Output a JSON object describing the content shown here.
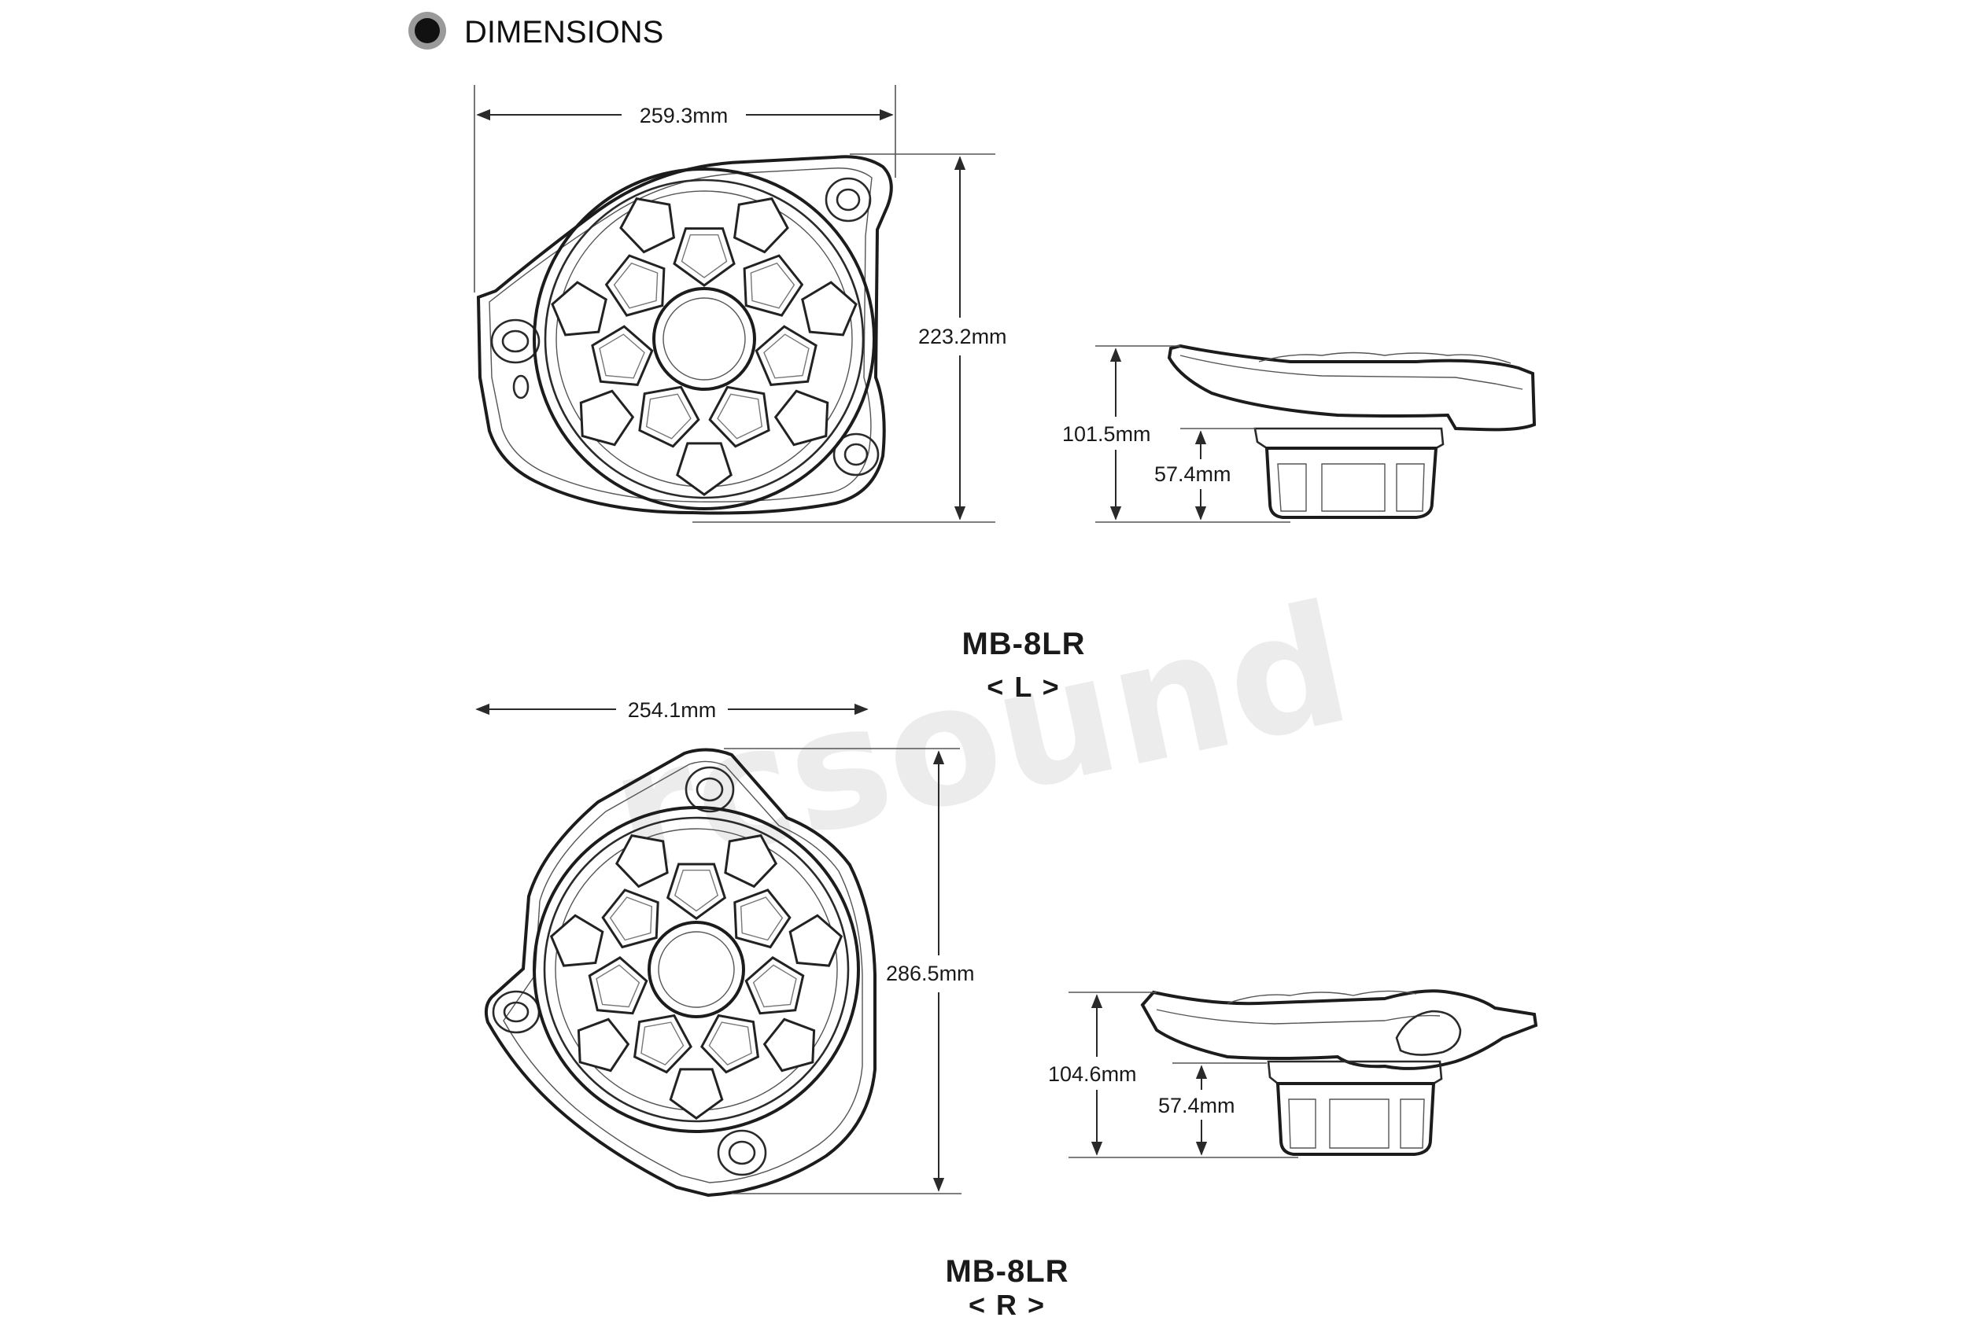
{
  "heading": {
    "label": "DIMENSIONS"
  },
  "watermark": {
    "text": "rcsound"
  },
  "colors": {
    "ink": "#1a1a1a",
    "watermark": "#ececec",
    "bullet_ring": "#9a9a9a"
  },
  "speakers": [
    {
      "model": "MB-8LR",
      "side": "< L >",
      "front": {
        "width": "259.3mm",
        "height": "223.2mm"
      },
      "profile": {
        "total_depth": "101.5mm",
        "mount_depth": "57.4mm"
      }
    },
    {
      "model": "MB-8LR",
      "side": "< R >",
      "front": {
        "width": "254.1mm",
        "height": "286.5mm"
      },
      "profile": {
        "total_depth": "104.6mm",
        "mount_depth": "57.4mm"
      }
    }
  ]
}
